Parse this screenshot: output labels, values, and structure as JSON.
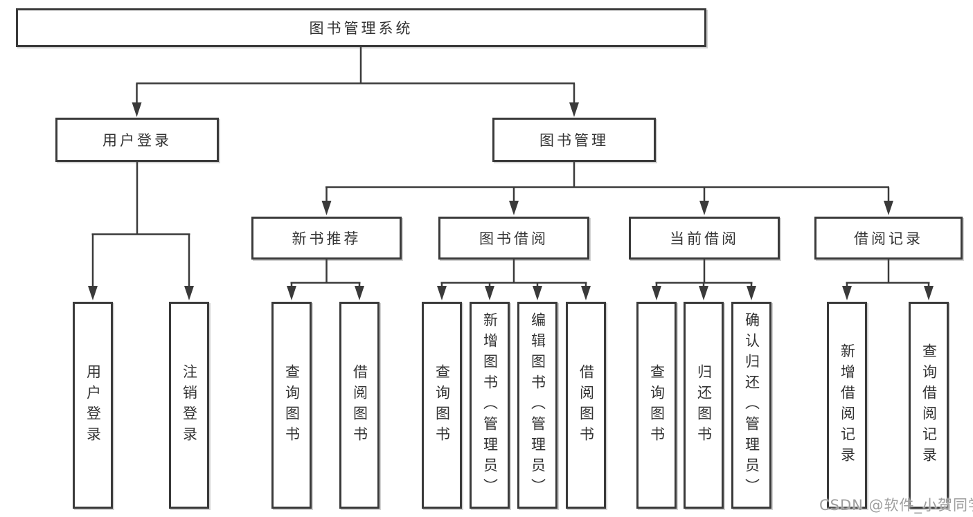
{
  "diagram": {
    "type": "function-structure-tree",
    "colors": {
      "line": "#3a3a3a",
      "box_border": "#3a3a3a",
      "box_fill": "#ffffff",
      "text": "#333333",
      "watermark": "#9e9e9e"
    },
    "tree": {
      "root": {
        "label": "图书管理系统"
      },
      "level2": [
        {
          "label": "用户登录",
          "children": [
            {
              "label": "用户登录"
            },
            {
              "label": "注销登录"
            }
          ]
        },
        {
          "label": "图书管理",
          "children": [
            {
              "label": "新书推荐",
              "children": [
                {
                  "label": "查询图书"
                },
                {
                  "label": "借阅图书"
                }
              ]
            },
            {
              "label": "图书借阅",
              "children": [
                {
                  "label": "查询图书"
                },
                {
                  "label": "新增图书（管理员）"
                },
                {
                  "label": "编辑图书（管理员）"
                },
                {
                  "label": "借阅图书"
                }
              ]
            },
            {
              "label": "当前借阅",
              "children": [
                {
                  "label": "查询图书"
                },
                {
                  "label": "归还图书"
                },
                {
                  "label": "确认归还（管理员）"
                }
              ]
            },
            {
              "label": "借阅记录",
              "children": [
                {
                  "label": "新增借阅记录"
                },
                {
                  "label": "查询借阅记录"
                }
              ]
            }
          ]
        }
      ]
    }
  },
  "watermark": {
    "text": "CSDN @软件_小贺同学"
  }
}
